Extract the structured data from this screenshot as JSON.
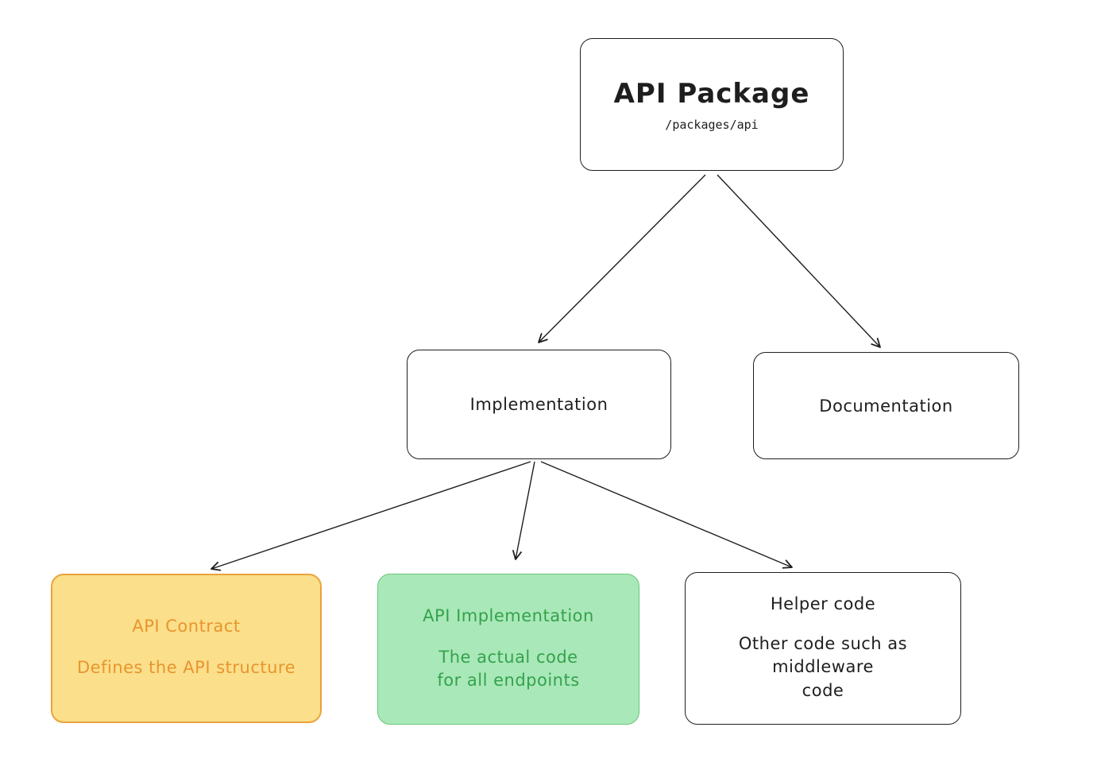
{
  "diagram": {
    "api_package": {
      "title": "API Package",
      "subtitle": "/packages/api"
    },
    "implementation": {
      "label": "Implementation"
    },
    "documentation": {
      "label": "Documentation"
    },
    "api_contract": {
      "title": "API Contract",
      "description": "Defines the API structure"
    },
    "api_implementation": {
      "title": "API Implementation",
      "description": "The actual code\nfor all endpoints"
    },
    "helper_code": {
      "title": "Helper code",
      "description": "Other code such as\nmiddleware\ncode"
    }
  },
  "colors": {
    "stroke": "#1e1e1e",
    "contract_border": "#e9a23b",
    "contract_fill": "#fbdf8b",
    "contract_text": "#e8952e",
    "impl_border": "#69c779",
    "impl_fill": "#a9e8b8",
    "impl_text": "#35a24d"
  }
}
